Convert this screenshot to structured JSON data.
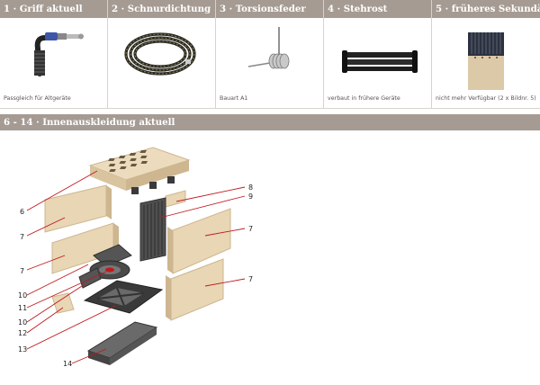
{
  "cells": [
    {
      "title": "1 · Griff aktuell",
      "caption": "Passgleich für Altgeräte",
      "icon": "handle-icon"
    },
    {
      "title": "2 · Schnurdichtung",
      "caption": "",
      "icon": "rope-seal-icon"
    },
    {
      "title": "3 · Torsionsfeder",
      "caption": "Bauart A1",
      "icon": "torsion-spring-icon"
    },
    {
      "title": "4 · Stehrost",
      "caption": "verbaut in frühere Geräte",
      "icon": "standing-grate-icon"
    },
    {
      "title": "5 · früheres Sekundärteil",
      "caption": "nicht mehr Verfügbar (2 x Bildnr. 5)",
      "icon": "secondary-part-icon"
    }
  ],
  "section": {
    "title": "6 - 14 · Innenauskleidung aktuell"
  },
  "callouts": {
    "n6": "6",
    "n7a": "7",
    "n7b": "7",
    "n7c": "7",
    "n7d": "7",
    "n8": "8",
    "n9": "9",
    "n10a": "10",
    "n10b": "10",
    "n11": "11",
    "n12": "12",
    "n13": "13",
    "n14": "14"
  },
  "colors": {
    "header": "#a59b93",
    "brick": "#e8d6b4",
    "brick_dark": "#cdb690",
    "iron": "#4a4a4a",
    "leader": "#c0181e"
  }
}
